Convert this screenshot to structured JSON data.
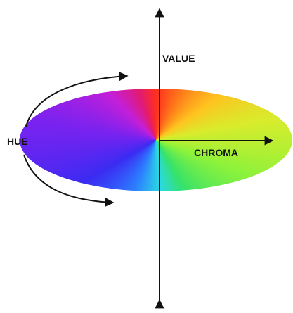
{
  "diagram": {
    "axis_labels": {
      "value": "VALUE",
      "chroma": "CHROMA",
      "hue": "HUE"
    },
    "colors": {
      "axis": "#111111",
      "background": "#ffffff",
      "hue_wheel": [
        "#ff2f1e",
        "#ff7a1a",
        "#ffc21f",
        "#d8ec2c",
        "#8ef23a",
        "#35e26a",
        "#2bd9e4",
        "#2c7bff",
        "#3b2bf2",
        "#7c22ef",
        "#c41fd8",
        "#e11a73"
      ]
    }
  }
}
